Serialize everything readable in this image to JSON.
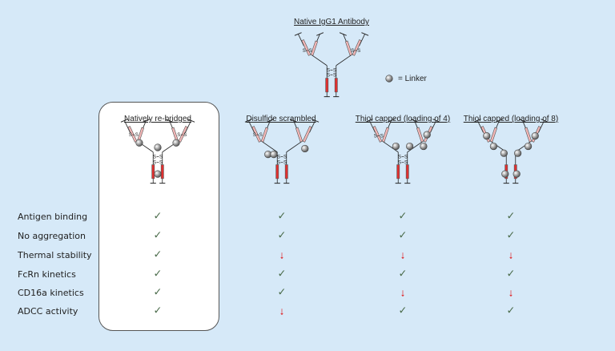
{
  "native_title": "Native IgG1 Antibody",
  "legend_label": "= Linker",
  "columns": [
    {
      "title": "Natively re-bridged",
      "results": [
        "check",
        "check",
        "check",
        "check",
        "check",
        "check"
      ]
    },
    {
      "title": "Disulfide scrambled",
      "results": [
        "check",
        "check",
        "down",
        "check",
        "check",
        "down"
      ]
    },
    {
      "title": "Thiol capped (loading of 4)",
      "results": [
        "check",
        "check",
        "down",
        "check",
        "down",
        "check"
      ]
    },
    {
      "title": "Thiol capped (loading of 8)",
      "results": [
        "check",
        "check",
        "down",
        "check",
        "down",
        "check"
      ]
    }
  ],
  "rows": [
    "Antigen binding",
    "No aggregation",
    "Thermal stability",
    "FcRn kinetics",
    "CD16a kinetics",
    "ADCC activity"
  ],
  "symbols": {
    "check": "✓",
    "down": "↓"
  },
  "colors": {
    "background": "#d6e9f8",
    "heavy_chain": "#f3b7b7",
    "fc_tip": "#e03030",
    "linker": "#888888",
    "down_arrow": "#e00000",
    "check": "#4a6b4a"
  }
}
